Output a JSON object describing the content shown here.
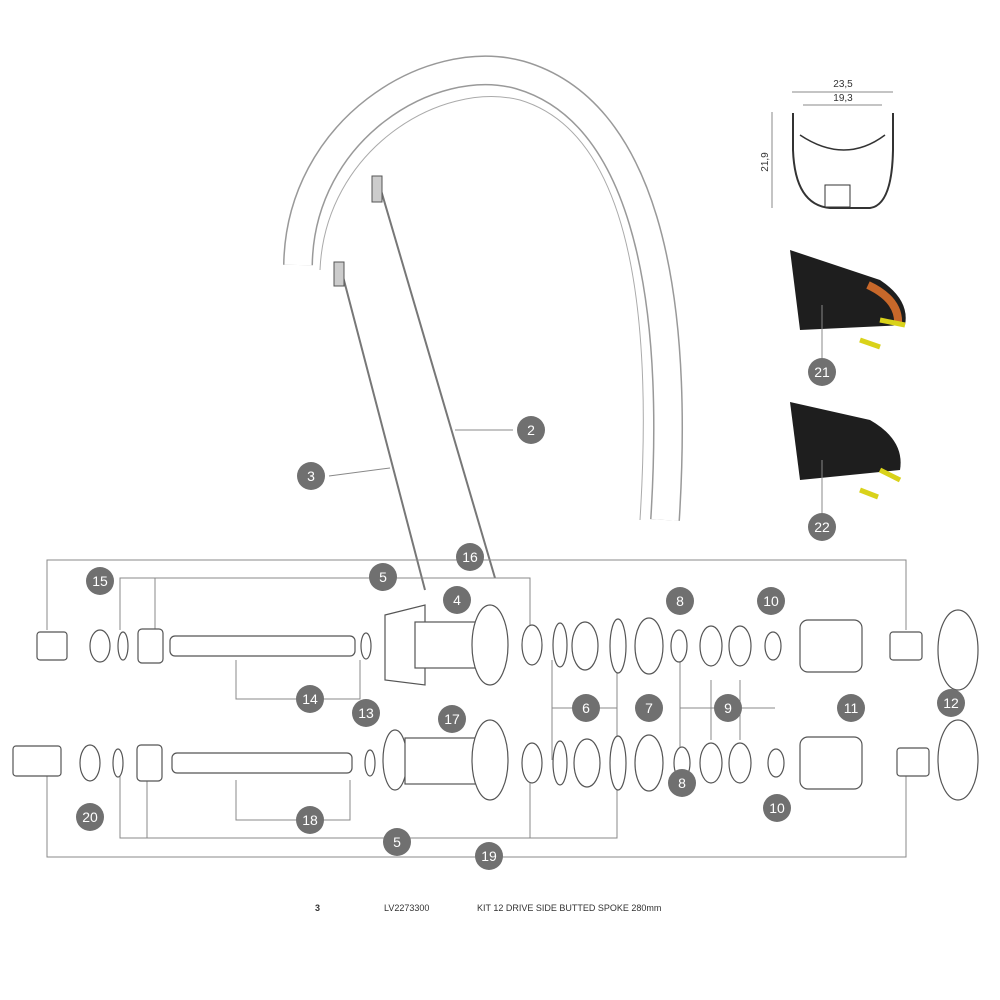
{
  "rim_profile": {
    "outer_width": "23,5",
    "inner_width": "19,3",
    "height": "21,9"
  },
  "callouts": [
    "15",
    "5",
    "16",
    "4",
    "8",
    "10",
    "3",
    "2",
    "21",
    "22",
    "14",
    "13",
    "6",
    "7",
    "9",
    "11",
    "12",
    "17",
    "8",
    "10",
    "20",
    "18",
    "5",
    "19"
  ],
  "parts_list": [
    {
      "ref": "3",
      "code": "LV2273300",
      "description": "KIT 12 DRIVE SIDE BUTTED SPOKE 280mm"
    }
  ],
  "colors": {
    "callout": "#707070",
    "tire": "#1e1e1e",
    "tire_accent": "#c8682a",
    "valve": "#d9d21a"
  }
}
